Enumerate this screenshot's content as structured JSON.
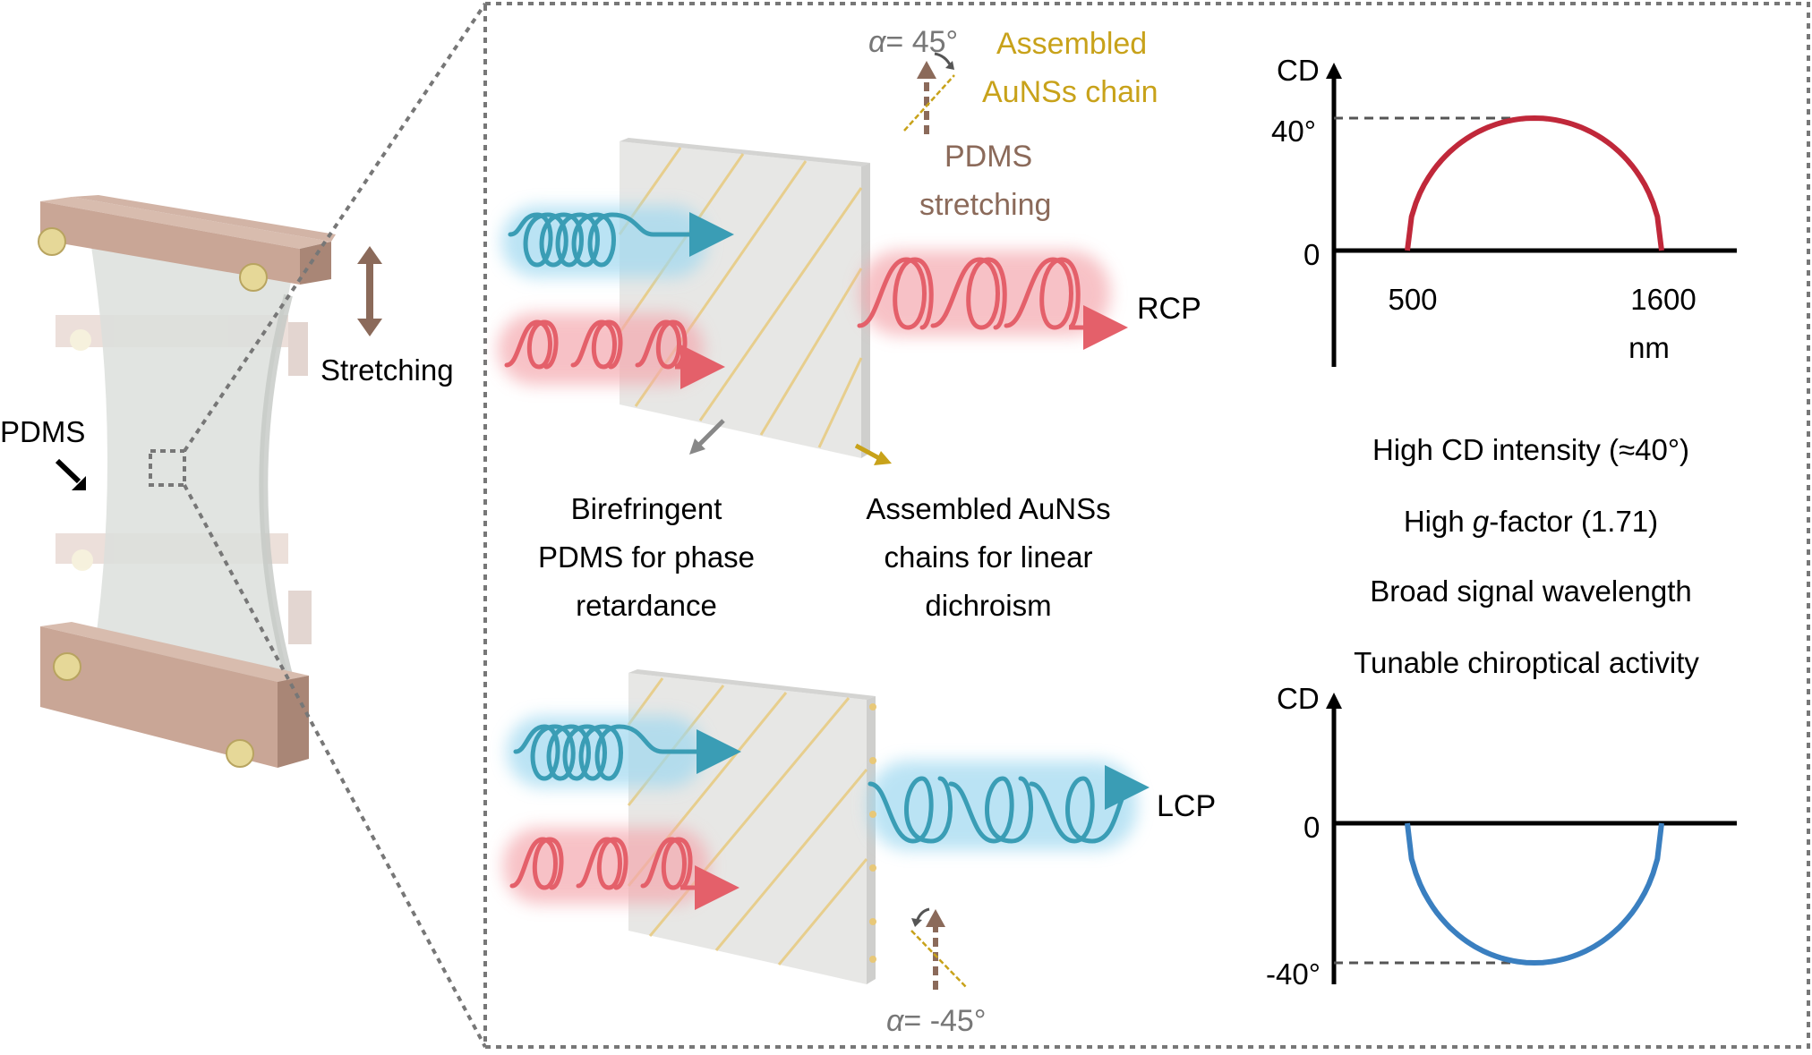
{
  "left": {
    "stretching_label": "Stretching",
    "pdms_label": "PDMS"
  },
  "middle": {
    "alpha_top_prefix": "α",
    "alpha_top_value": "= 45°",
    "assembled_line1": "Assembled",
    "assembled_line2": "AuNSs chain",
    "pdms_stretch_line1": "PDMS",
    "pdms_stretch_line2": "stretching",
    "rcp_label": "RCP",
    "lcp_label": "LCP",
    "birefringent_lines": [
      "Birefringent",
      "PDMS for phase",
      "retardance"
    ],
    "chains_lines": [
      "Assembled AuNSs",
      "chains for linear",
      "dichroism"
    ],
    "alpha_bottom_prefix": "α",
    "alpha_bottom_value": "= -45°"
  },
  "right": {
    "top_chart": {
      "ylabel": "CD",
      "y_tick_40": "40°",
      "y_tick_0": "0",
      "x_tick_500": "500",
      "x_tick_1600": "1600",
      "x_unit": "nm"
    },
    "bottom_chart": {
      "ylabel": "CD",
      "y_tick_0": "0",
      "y_tick_neg40": "-40°"
    },
    "features": {
      "f1": "High CD intensity (≈40°)",
      "f2_prefix": "High ",
      "f2_italic": "g",
      "f2_suffix": "-factor (1.71)",
      "f3": "Broad signal wavelength",
      "f4": "Tunable chiroptical activity"
    }
  },
  "colors": {
    "cd_positive": "#c0283a",
    "cd_negative": "#3a7fc0",
    "rcp_wave": "#e4606a",
    "lcp_wave": "#3a9db5",
    "gold": "#c8a21a",
    "brown_arrow": "#8b6a5a",
    "clamp": "#c9a696"
  },
  "chart_data": [
    {
      "type": "line",
      "ylabel": "CD",
      "xlabel": "nm",
      "x_ticks": [
        "500",
        "1600"
      ],
      "y_ticks": [
        "0",
        "40°"
      ],
      "series": [
        {
          "x": [
            500,
            1050,
            1600
          ],
          "values": [
            0,
            40,
            0
          ]
        }
      ]
    },
    {
      "type": "line",
      "ylabel": "CD",
      "y_ticks": [
        "0",
        "-40°"
      ],
      "series": [
        {
          "x": [
            500,
            1050,
            1600
          ],
          "values": [
            0,
            -40,
            0
          ]
        }
      ]
    }
  ]
}
